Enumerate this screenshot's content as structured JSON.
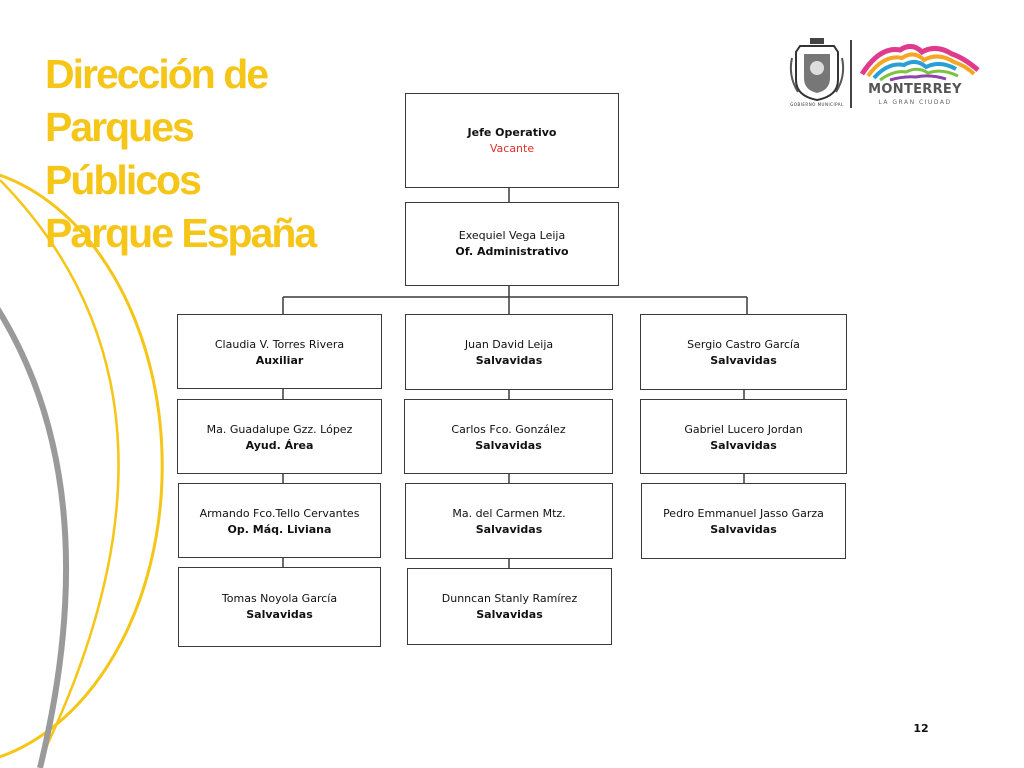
{
  "title_lines": [
    "Dirección de",
    "Parques",
    "Públicos",
    "Parque España"
  ],
  "logo": {
    "seal_text": "GOBIERNO MUNICIPAL",
    "city_name": "MONTERREY",
    "city_tagline": "LA GRAN CIUDAD"
  },
  "colors": {
    "title": "#f5c518",
    "accent_arc_yellow": "#f5c518",
    "accent_arc_gray": "#9a9a9a",
    "vacant": "#e0302a",
    "box_border": "#3a3a3a"
  },
  "org": {
    "head": {
      "name": "Jefe Operativo",
      "role": "Vacante"
    },
    "admin": {
      "name": "Exequiel Vega Leija",
      "role": "Of. Administrativo"
    },
    "columns": [
      [
        {
          "name": "Claudia V. Torres  Rivera",
          "role": "Auxiliar"
        },
        {
          "name": "Ma. Guadalupe Gzz. López",
          "role": "Ayud.  Área"
        },
        {
          "name": "Armando Fco.Tello Cervantes",
          "role": "Op. Máq. Liviana"
        },
        {
          "name": "Tomas Noyola García",
          "role": "Salvavidas"
        }
      ],
      [
        {
          "name": "Juan David Leija",
          "role": "Salvavidas"
        },
        {
          "name": "Carlos Fco. González",
          "role": "Salvavidas"
        },
        {
          "name": "Ma. del Carmen Mtz.",
          "role": "Salvavidas"
        },
        {
          "name": "Dunncan Stanly Ramírez",
          "role": "Salvavidas"
        }
      ],
      [
        {
          "name": "Sergio Castro García",
          "role": "Salvavidas"
        },
        {
          "name": "Gabriel Lucero Jordan",
          "role": "Salvavidas"
        },
        {
          "name": "Pedro Emmanuel Jasso Garza",
          "role": "Salvavidas"
        }
      ]
    ]
  },
  "page_number": "12"
}
